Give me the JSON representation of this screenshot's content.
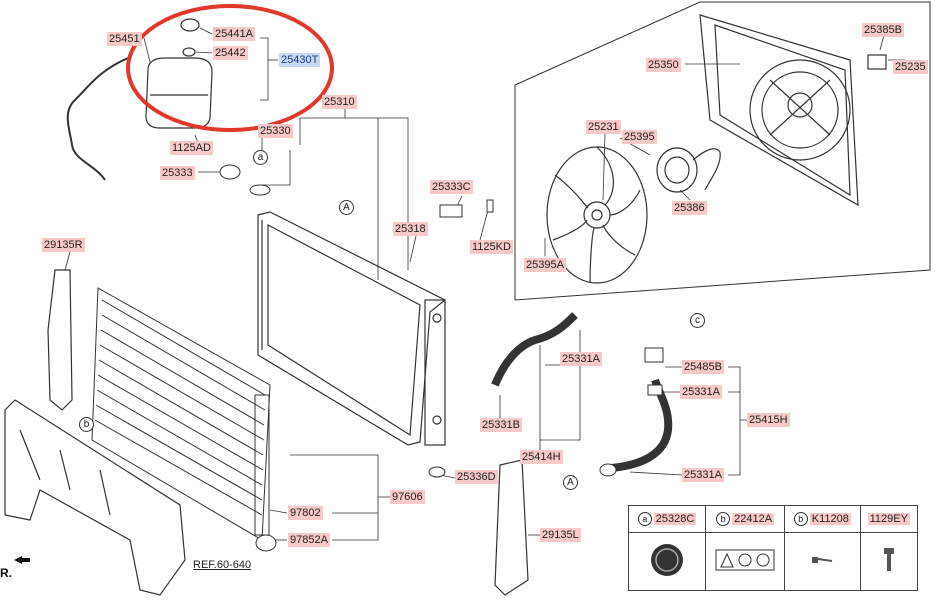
{
  "parts": [
    {
      "id": "p25451",
      "label": "25451"
    },
    {
      "id": "p25441A",
      "label": "25441A"
    },
    {
      "id": "p25442",
      "label": "25442"
    },
    {
      "id": "p25430T",
      "label": "25430T"
    },
    {
      "id": "p1125AD",
      "label": "1125AD"
    },
    {
      "id": "p25310",
      "label": "25310"
    },
    {
      "id": "p25330",
      "label": "25330"
    },
    {
      "id": "p25333",
      "label": "25333"
    },
    {
      "id": "p25333C",
      "label": "25333C"
    },
    {
      "id": "p1125KD",
      "label": "1125KD"
    },
    {
      "id": "p25318",
      "label": "25318"
    },
    {
      "id": "p29135R",
      "label": "29135R"
    },
    {
      "id": "p25350",
      "label": "25350"
    },
    {
      "id": "p25385B",
      "label": "25385B"
    },
    {
      "id": "p25235",
      "label": "25235"
    },
    {
      "id": "p25231",
      "label": "25231"
    },
    {
      "id": "p25395",
      "label": "25395"
    },
    {
      "id": "p25386",
      "label": "25386"
    },
    {
      "id": "p25395A",
      "label": "25395A"
    },
    {
      "id": "p25331A_1",
      "label": "25331A"
    },
    {
      "id": "p25331B",
      "label": "25331B"
    },
    {
      "id": "p25414H",
      "label": "25414H"
    },
    {
      "id": "p25485B",
      "label": "25485B"
    },
    {
      "id": "p25331A_2",
      "label": "25331A"
    },
    {
      "id": "p25415H",
      "label": "25415H"
    },
    {
      "id": "p25331A_3",
      "label": "25331A"
    },
    {
      "id": "p25336D",
      "label": "25336D"
    },
    {
      "id": "p29135L",
      "label": "29135L"
    },
    {
      "id": "p97606",
      "label": "97606"
    },
    {
      "id": "p97802",
      "label": "97802"
    },
    {
      "id": "p97852A",
      "label": "97852A"
    }
  ],
  "callouts": {
    "a": "a",
    "A1": "A",
    "A2": "A",
    "b": "b",
    "c": "c"
  },
  "ref_label": "REF.60-640",
  "front_label": "R.",
  "legend": [
    {
      "letter": "a",
      "code": "25328C"
    },
    {
      "letter": "b",
      "code": "22412A"
    },
    {
      "letter": "b",
      "code": "K11208"
    },
    {
      "letter": "",
      "code": "1129EY"
    }
  ],
  "colors": {
    "label_bg": "#f7c9c9",
    "selected_bg": "#c9d8f5",
    "highlight_ring": "#e0392b",
    "line": "#333333"
  }
}
